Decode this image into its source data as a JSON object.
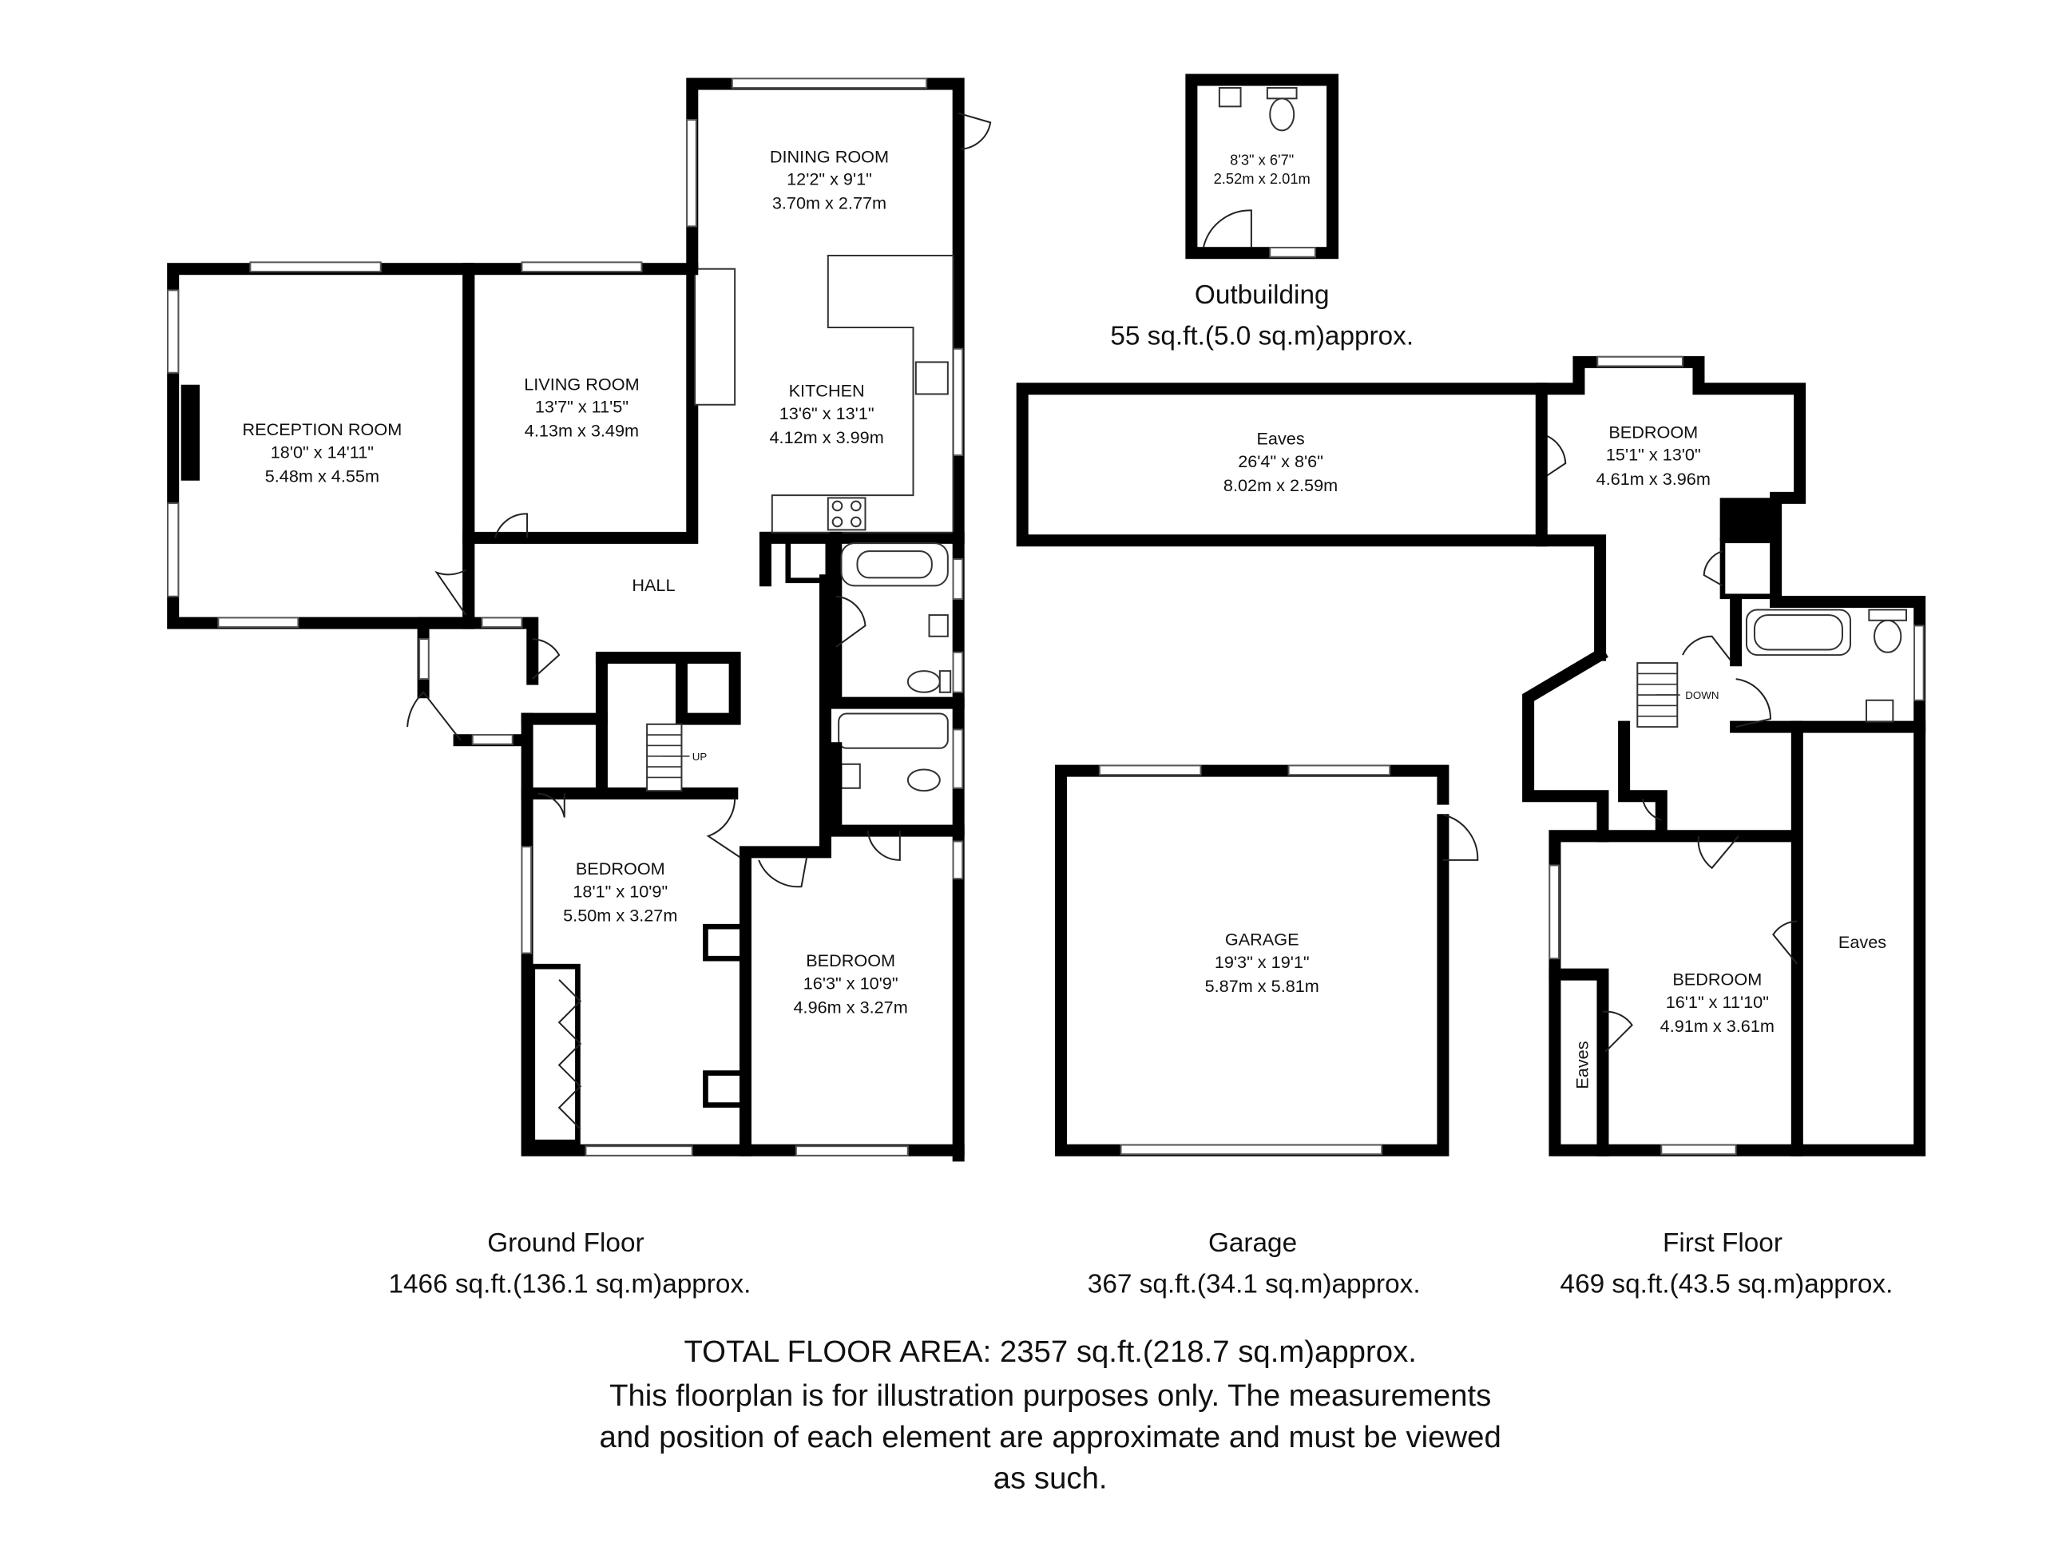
{
  "ground_floor": {
    "title": "Ground Floor",
    "area": "1466 sq.ft.(136.1 sq.m)approx.",
    "rooms": {
      "dining": {
        "name": "DINING ROOM",
        "imperial": "12'2\" x 9'1\"",
        "metric": "3.70m x 2.77m"
      },
      "reception": {
        "name": "RECEPTION ROOM",
        "imperial": "18'0\" x 14'11\"",
        "metric": "5.48m x 4.55m"
      },
      "living": {
        "name": "LIVING ROOM",
        "imperial": "13'7\" x 11'5\"",
        "metric": "4.13m x 3.49m"
      },
      "kitchen": {
        "name": "KITCHEN",
        "imperial": "13'6\" x 13'1\"",
        "metric": "4.12m x 3.99m"
      },
      "hall": {
        "name": "HALL"
      },
      "bedroom1": {
        "name": "BEDROOM",
        "imperial": "18'1\" x 10'9\"",
        "metric": "5.50m x 3.27m"
      },
      "bedroom2": {
        "name": "BEDROOM",
        "imperial": "16'3\" x 10'9\"",
        "metric": "4.96m x 3.27m"
      }
    },
    "stairs_label": "UP"
  },
  "outbuilding": {
    "title": "Outbuilding",
    "area": "55 sq.ft.(5.0 sq.m)approx.",
    "imperial": "8'3\" x 6'7\"",
    "metric": "2.52m x 2.01m"
  },
  "garage": {
    "title": "Garage",
    "area": "367 sq.ft.(34.1 sq.m)approx.",
    "name": "GARAGE",
    "imperial": "19'3\" x 19'1\"",
    "metric": "5.87m x 5.81m"
  },
  "first_floor": {
    "title": "First Floor",
    "area": "469 sq.ft.(43.5 sq.m)approx.",
    "eaves_main": {
      "name": "Eaves",
      "imperial": "26'4\" x 8'6\"",
      "metric": "8.02m x 2.59m"
    },
    "bedroom_top": {
      "name": "BEDROOM",
      "imperial": "15'1\" x 13'0\"",
      "metric": "4.61m x 3.96m"
    },
    "bedroom_bottom": {
      "name": "BEDROOM",
      "imperial": "16'1\" x 11'10\"",
      "metric": "4.91m x 3.61m"
    },
    "eaves_right": "Eaves",
    "eaves_left": "Eaves",
    "stairs_label": "DOWN"
  },
  "footer": {
    "total": "TOTAL FLOOR AREA: 2357 sq.ft.(218.7 sq.m)approx.",
    "line1": "This floorplan is for illustration purposes only. The measurements",
    "line2": "and position of each element are approximate and must be viewed",
    "line3": "as such."
  }
}
